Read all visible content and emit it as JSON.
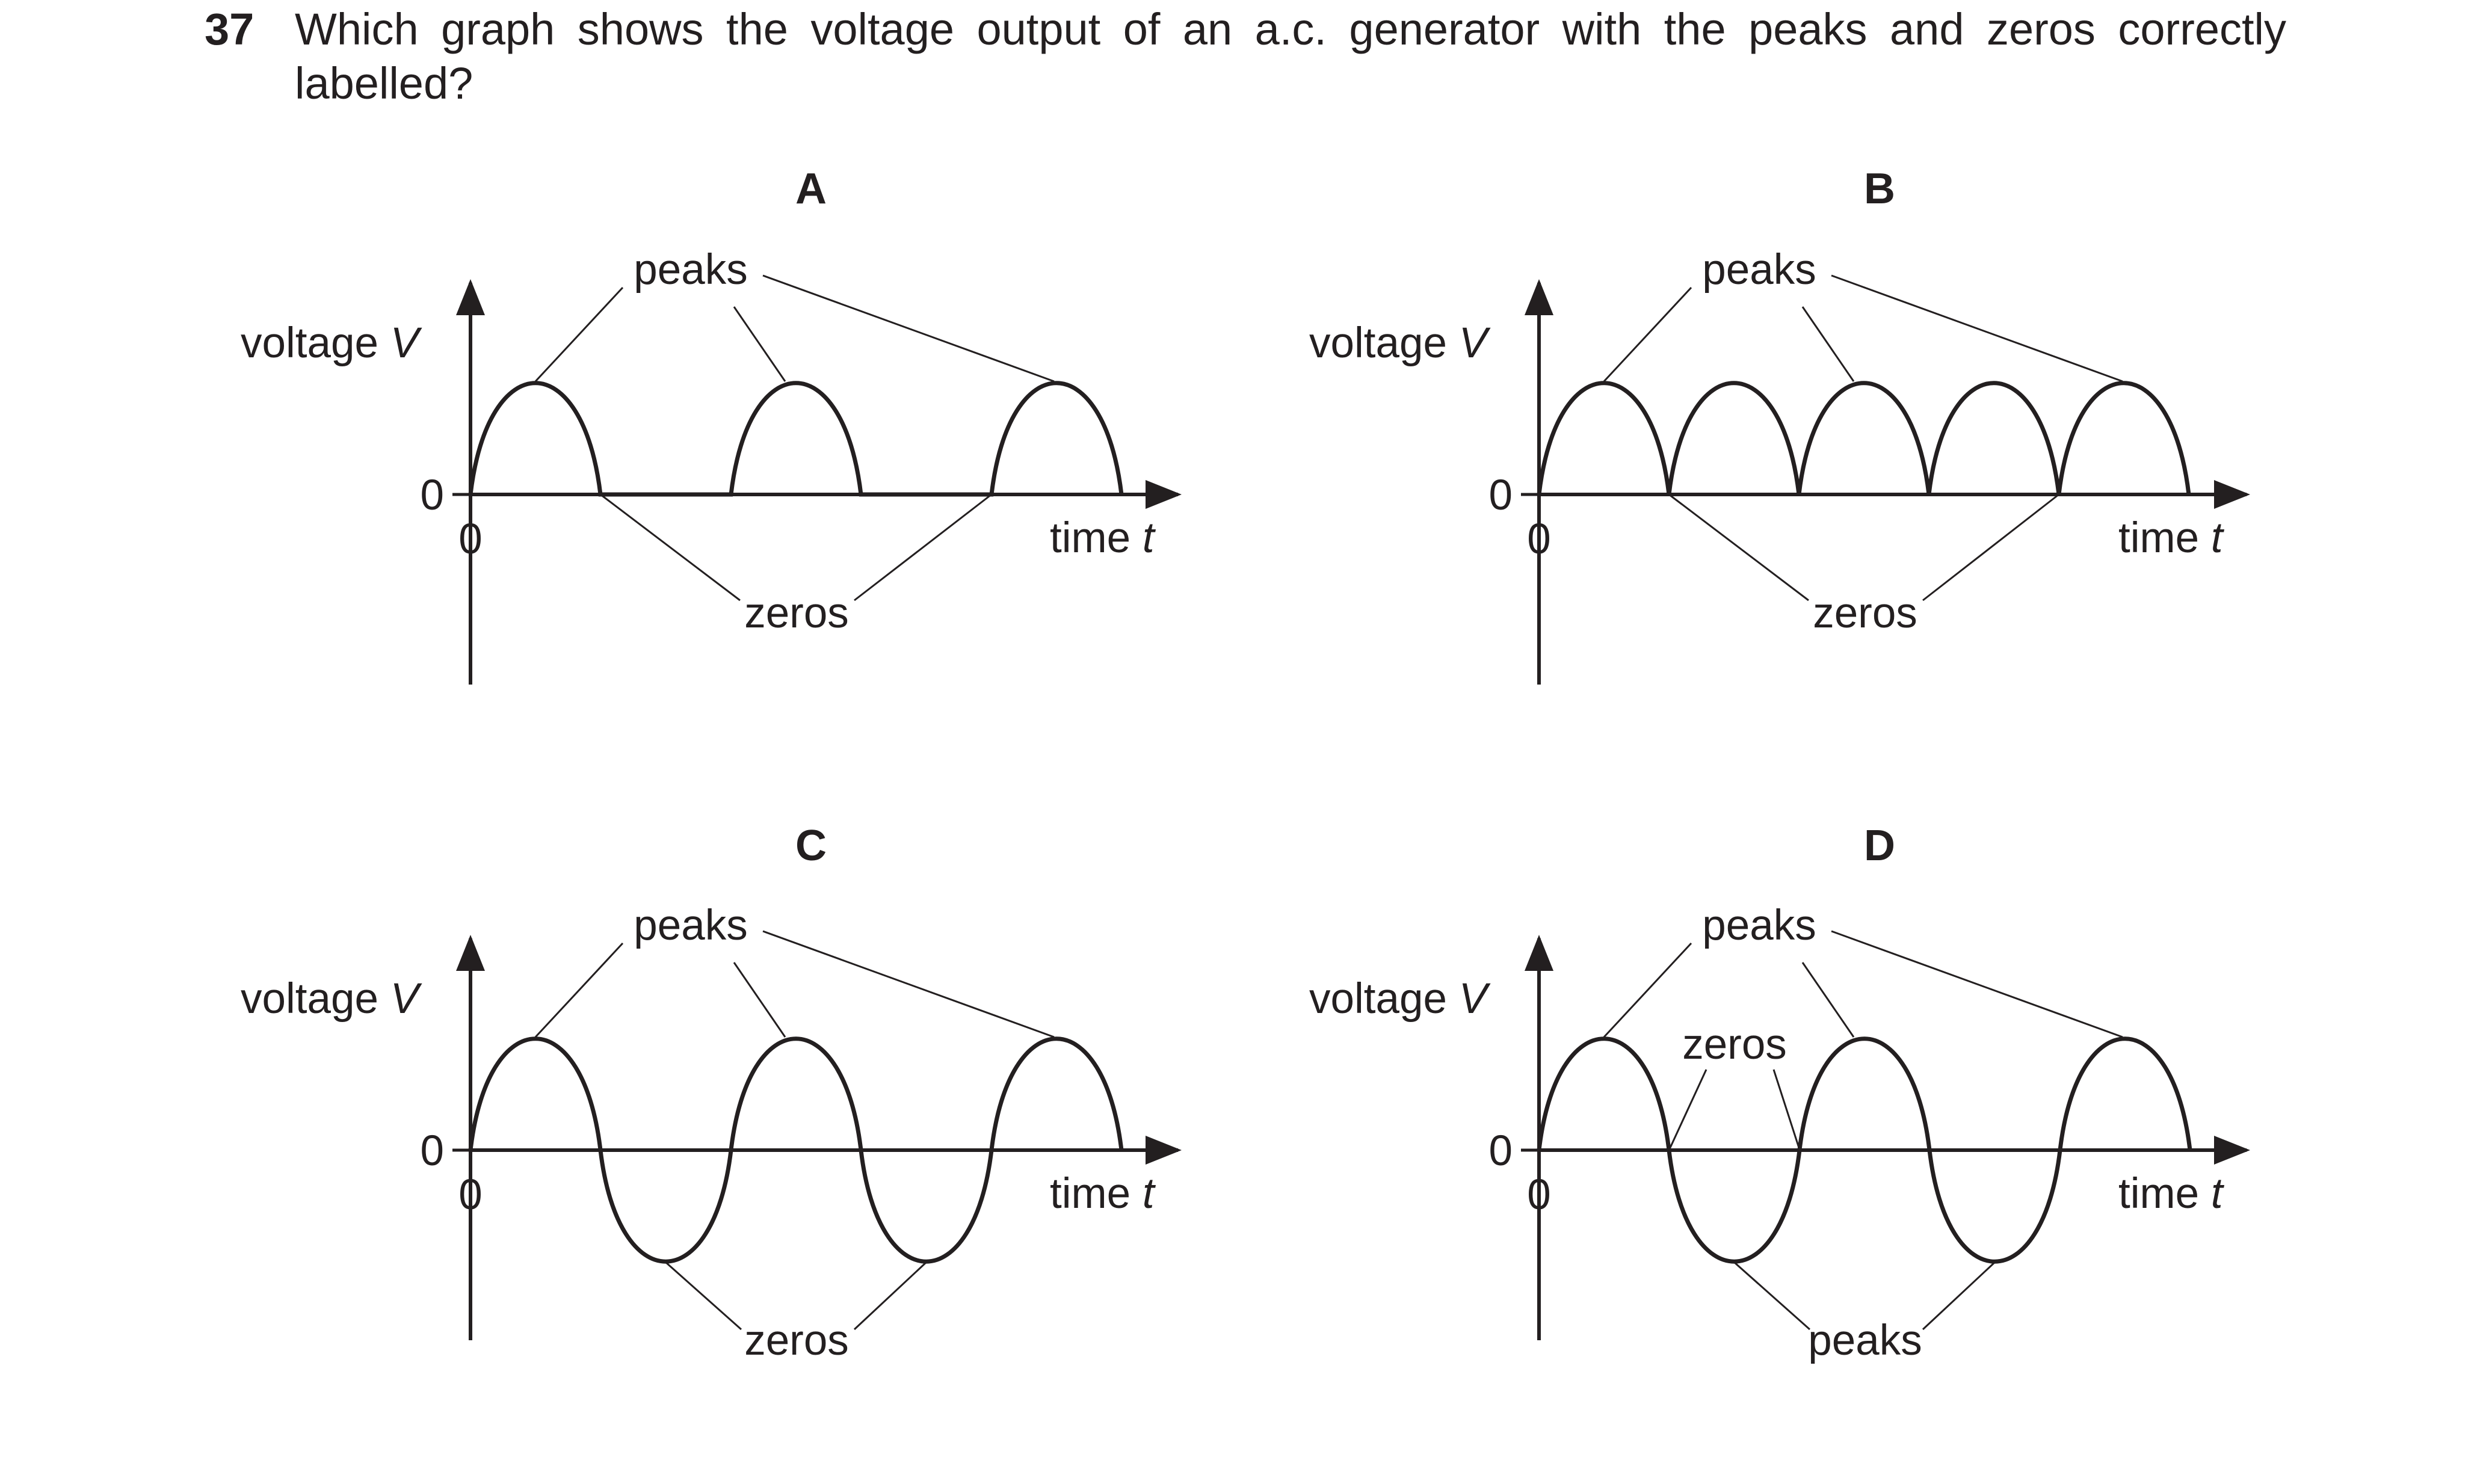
{
  "question": {
    "number": "37",
    "text_line1": "Which graph shows the voltage output of an a.c. generator with the peaks and zeros correctly",
    "text_line2": "labelled?"
  },
  "axes": {
    "y_label": "voltage",
    "y_symbol": "V",
    "x_label": "time",
    "x_symbol": "t",
    "origin_y": "0",
    "origin_x": "0"
  },
  "options": [
    {
      "letter": "A",
      "waveform": "half-wave rectified (alternate half-cycles zero)",
      "top_label": "peaks",
      "bottom_label": "zeros"
    },
    {
      "letter": "B",
      "waveform": "full-wave rectified",
      "top_label": "peaks",
      "bottom_label": "zeros"
    },
    {
      "letter": "C",
      "waveform": "sinusoidal",
      "top_label": "peaks",
      "bottom_label": "zeros"
    },
    {
      "letter": "D",
      "waveform": "sinusoidal",
      "top_label": "peaks",
      "middle_label": "zeros",
      "bottom_label": "peaks"
    }
  ],
  "colors": {
    "ink": "#231f20",
    "background": "#ffffff"
  }
}
